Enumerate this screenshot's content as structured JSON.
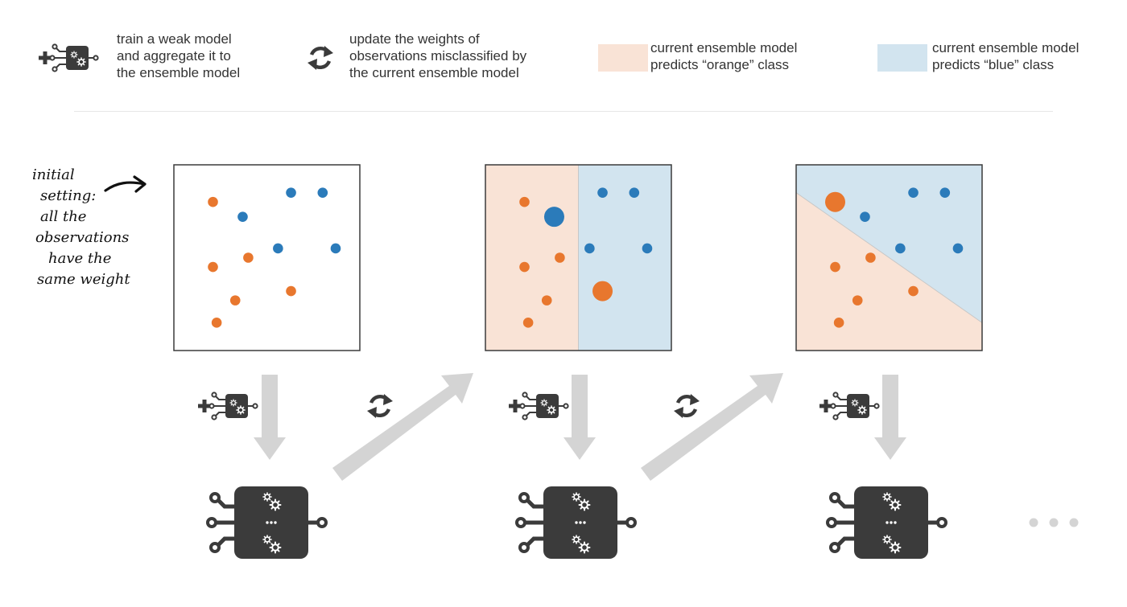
{
  "colors": {
    "orange": "#e8772e",
    "blue": "#2b7bba",
    "orange_region": "#f9e3d6",
    "blue_region": "#d2e4ef",
    "arrow": "#d4d4d4",
    "icon": "#3b3b3b"
  },
  "legend": {
    "train": "train a weak model\nand aggregate it to\nthe ensemble model",
    "update": "update the weights of\nobservations misclassified by\nthe current ensemble model",
    "orange": "current ensemble model\npredicts “orange” class",
    "blue": "current ensemble model\npredicts “blue” class"
  },
  "icons": [
    "plus-icon",
    "weak-model-icon",
    "reweight-cycle-icon",
    "ensemble-model-icon",
    "ellipsis-icon"
  ],
  "annotation": {
    "lines": [
      "initial",
      "setting:",
      "all the",
      "observations",
      "have the",
      "same weight"
    ]
  },
  "panels": [
    {
      "regions": "none",
      "points": [
        {
          "c": "orange",
          "x": 0.21,
          "y": 0.2,
          "w": 1
        },
        {
          "c": "blue",
          "x": 0.63,
          "y": 0.15,
          "w": 1
        },
        {
          "c": "blue",
          "x": 0.8,
          "y": 0.15,
          "w": 1
        },
        {
          "c": "blue",
          "x": 0.37,
          "y": 0.28,
          "w": 1
        },
        {
          "c": "blue",
          "x": 0.56,
          "y": 0.45,
          "w": 1
        },
        {
          "c": "blue",
          "x": 0.87,
          "y": 0.45,
          "w": 1
        },
        {
          "c": "orange",
          "x": 0.4,
          "y": 0.5,
          "w": 1
        },
        {
          "c": "orange",
          "x": 0.21,
          "y": 0.55,
          "w": 1
        },
        {
          "c": "orange",
          "x": 0.63,
          "y": 0.68,
          "w": 1
        },
        {
          "c": "orange",
          "x": 0.33,
          "y": 0.73,
          "w": 1
        },
        {
          "c": "orange",
          "x": 0.23,
          "y": 0.85,
          "w": 1
        }
      ]
    },
    {
      "regions": "vertical",
      "split": 0.5,
      "points": [
        {
          "c": "orange",
          "x": 0.21,
          "y": 0.2,
          "w": 1
        },
        {
          "c": "blue",
          "x": 0.63,
          "y": 0.15,
          "w": 1
        },
        {
          "c": "blue",
          "x": 0.8,
          "y": 0.15,
          "w": 1
        },
        {
          "c": "blue",
          "x": 0.37,
          "y": 0.28,
          "w": 2
        },
        {
          "c": "blue",
          "x": 0.56,
          "y": 0.45,
          "w": 1
        },
        {
          "c": "blue",
          "x": 0.87,
          "y": 0.45,
          "w": 1
        },
        {
          "c": "orange",
          "x": 0.4,
          "y": 0.5,
          "w": 1
        },
        {
          "c": "orange",
          "x": 0.21,
          "y": 0.55,
          "w": 1
        },
        {
          "c": "orange",
          "x": 0.63,
          "y": 0.68,
          "w": 2
        },
        {
          "c": "orange",
          "x": 0.33,
          "y": 0.73,
          "w": 1
        },
        {
          "c": "orange",
          "x": 0.23,
          "y": 0.85,
          "w": 1
        }
      ]
    },
    {
      "regions": "diagonal",
      "points": [
        {
          "c": "orange",
          "x": 0.21,
          "y": 0.2,
          "w": 2
        },
        {
          "c": "blue",
          "x": 0.63,
          "y": 0.15,
          "w": 1
        },
        {
          "c": "blue",
          "x": 0.8,
          "y": 0.15,
          "w": 1
        },
        {
          "c": "blue",
          "x": 0.37,
          "y": 0.28,
          "w": 1
        },
        {
          "c": "blue",
          "x": 0.56,
          "y": 0.45,
          "w": 1
        },
        {
          "c": "blue",
          "x": 0.87,
          "y": 0.45,
          "w": 1
        },
        {
          "c": "orange",
          "x": 0.4,
          "y": 0.5,
          "w": 1
        },
        {
          "c": "orange",
          "x": 0.21,
          "y": 0.55,
          "w": 1
        },
        {
          "c": "orange",
          "x": 0.63,
          "y": 0.68,
          "w": 1
        },
        {
          "c": "orange",
          "x": 0.33,
          "y": 0.73,
          "w": 1
        },
        {
          "c": "orange",
          "x": 0.23,
          "y": 0.85,
          "w": 1
        }
      ]
    }
  ]
}
